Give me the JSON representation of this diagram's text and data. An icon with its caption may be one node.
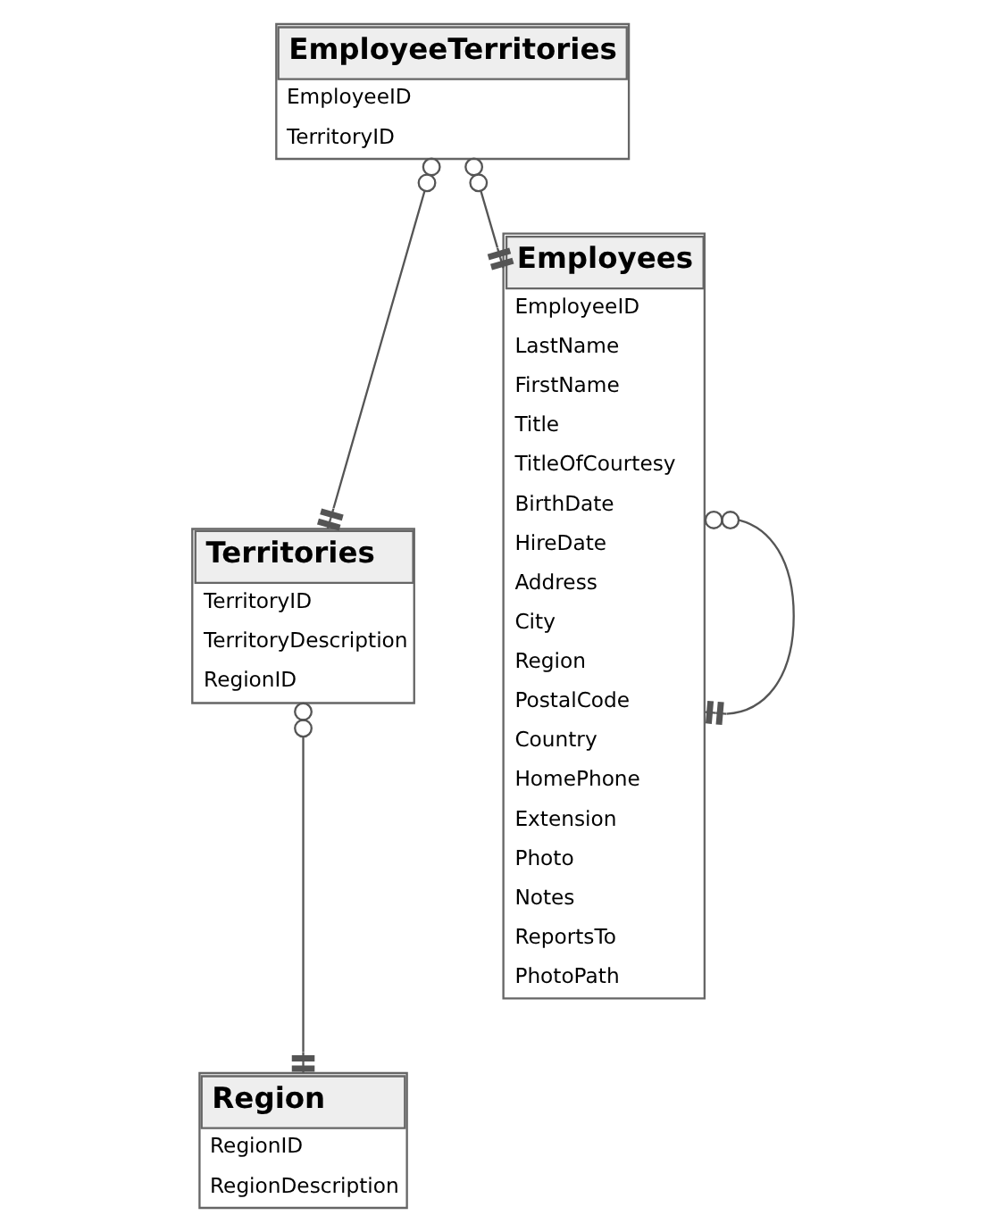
{
  "diagram": {
    "nodes": [
      {
        "text": [
          "EmployeeTerritories",
          "EmployeeID",
          "TerritoryID"
        ]
      },
      {
        "text": [
          "Territories",
          "TerritoryID",
          "TerritoryDescription",
          "RegionID"
        ]
      },
      {
        "text": [
          "Employees",
          "EmployeeID",
          "LastName",
          "FirstName",
          "Title",
          "TitleOfCourtesy",
          "BirthDate",
          "HireDate",
          "Address",
          "City",
          "Region",
          "PostalCode",
          "Country",
          "HomePhone",
          "Extension",
          "Photo",
          "Notes",
          "ReportsTo",
          "PhotoPath"
        ]
      },
      {
        "text": [
          "Region",
          "RegionID",
          "RegionDescription"
        ]
      }
    ],
    "edges": [
      {
        "from": 0,
        "to": 1,
        "arrow": "other"
      },
      {
        "from": 0,
        "to": 2,
        "arrow": "other"
      },
      {
        "from": 2,
        "to": 2,
        "arrow": "other"
      },
      {
        "from": 1,
        "to": 3,
        "arrow": "other"
      }
    ]
  }
}
